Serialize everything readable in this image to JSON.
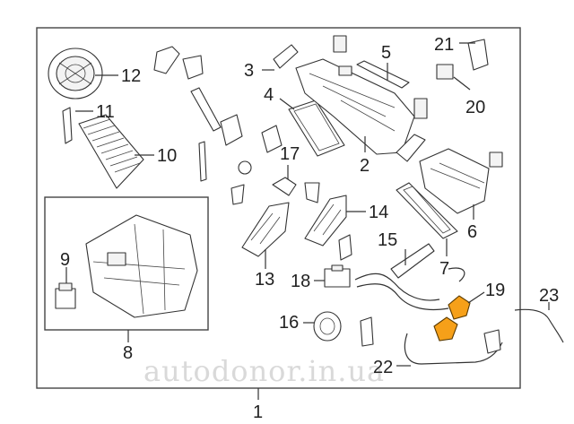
{
  "callouts": {
    "c1": "1",
    "c2": "2",
    "c3": "3",
    "c4": "4",
    "c5": "5",
    "c6": "6",
    "c7": "7",
    "c8": "8",
    "c9": "9",
    "c10": "10",
    "c11": "11",
    "c12": "12",
    "c13": "13",
    "c14": "14",
    "c15": "15",
    "c16": "16",
    "c17": "17",
    "c18": "18",
    "c19": "19",
    "c20": "20",
    "c21": "21",
    "c22": "22",
    "c23": "23"
  },
  "watermark": "autodonor.in.ua",
  "colors": {
    "highlight": "#f6a019",
    "line": "#333333",
    "background": "#ffffff"
  }
}
